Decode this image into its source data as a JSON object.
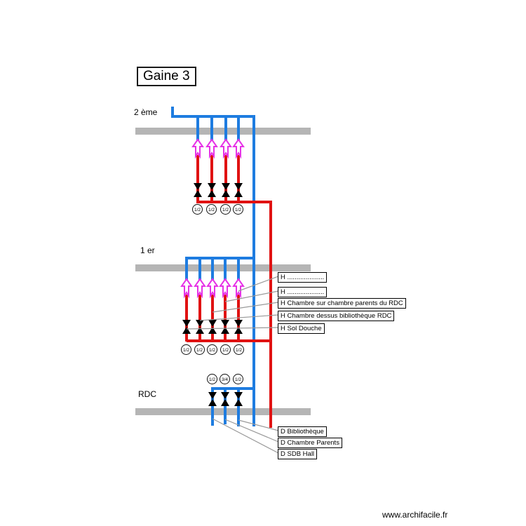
{
  "title": "Gaine 3",
  "watermark": "www.archifacile.fr",
  "colors": {
    "cold_water": "#1e7ce0",
    "hot_water": "#e01212",
    "arrow": "#e632e6",
    "slab": "#b5b5b5",
    "connector": "#999999",
    "valve": "#000000"
  },
  "floors": [
    {
      "name": "2 ème",
      "pipe_sizes": [
        "1/2",
        "1/2",
        "1/2",
        "1/2"
      ],
      "labels": []
    },
    {
      "name": "1 er",
      "pipe_sizes": [
        "1/2",
        "1/2",
        "1/2",
        "1/2",
        "1/2"
      ],
      "labels": [
        "H ....................",
        "H ....................",
        "H Chambre sur chambre parents du RDC",
        "H Chambre dessus bibliothèque RDC",
        "H Sol Douche"
      ]
    },
    {
      "name": "RDC",
      "pipe_sizes": [
        "1/2",
        "3/4",
        "1/2"
      ],
      "labels": [
        "D Bibliothèque",
        "D Chambre Parents",
        "D SDB Hall"
      ]
    }
  ]
}
